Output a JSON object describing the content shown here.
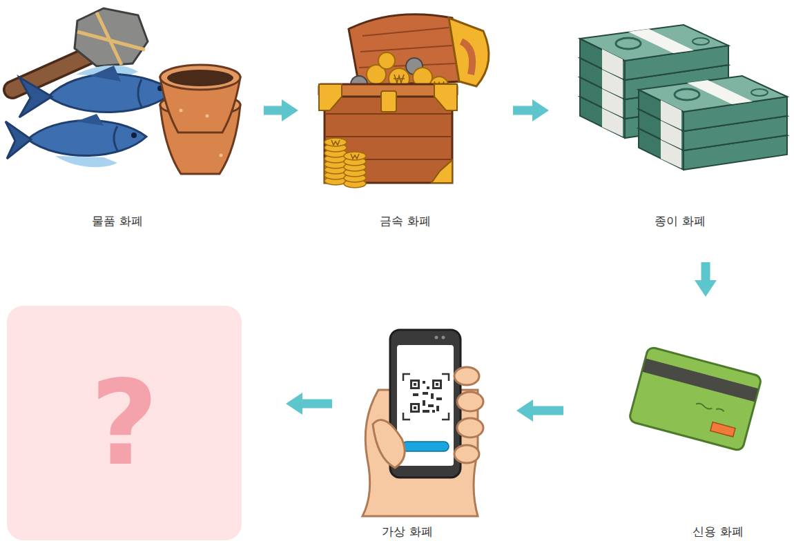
{
  "diagram": {
    "nodes": [
      {
        "text": [
          "물품 화폐"
        ]
      },
      {
        "text": [
          "금속 화폐"
        ]
      },
      {
        "text": [
          "종이 화폐"
        ]
      },
      {
        "text": [
          "신용 화폐"
        ]
      },
      {
        "text": [
          "가상 화폐"
        ]
      },
      {
        "text": [
          "?"
        ]
      }
    ],
    "edges": [
      {
        "from": 0,
        "to": 1,
        "arrow": "to"
      },
      {
        "from": 1,
        "to": 2,
        "arrow": "to"
      },
      {
        "from": 2,
        "to": 3,
        "arrow": "to"
      },
      {
        "from": 3,
        "to": 4,
        "arrow": "to"
      },
      {
        "from": 4,
        "to": 5,
        "arrow": "to"
      }
    ]
  }
}
